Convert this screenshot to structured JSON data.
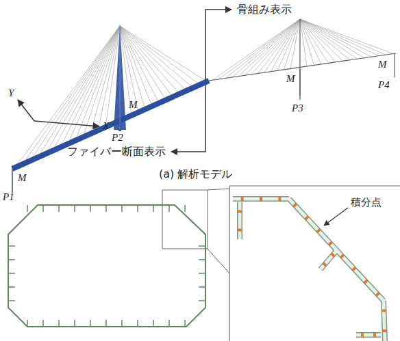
{
  "diagram": {
    "caption": "(a) 解析モデル",
    "labels": [
      "骨組み表示",
      "ファイバー断面表示",
      "Y",
      "X",
      "M",
      "P1",
      "M",
      "P2",
      "M",
      "P3",
      "M",
      "P4",
      "積分点"
    ]
  }
}
